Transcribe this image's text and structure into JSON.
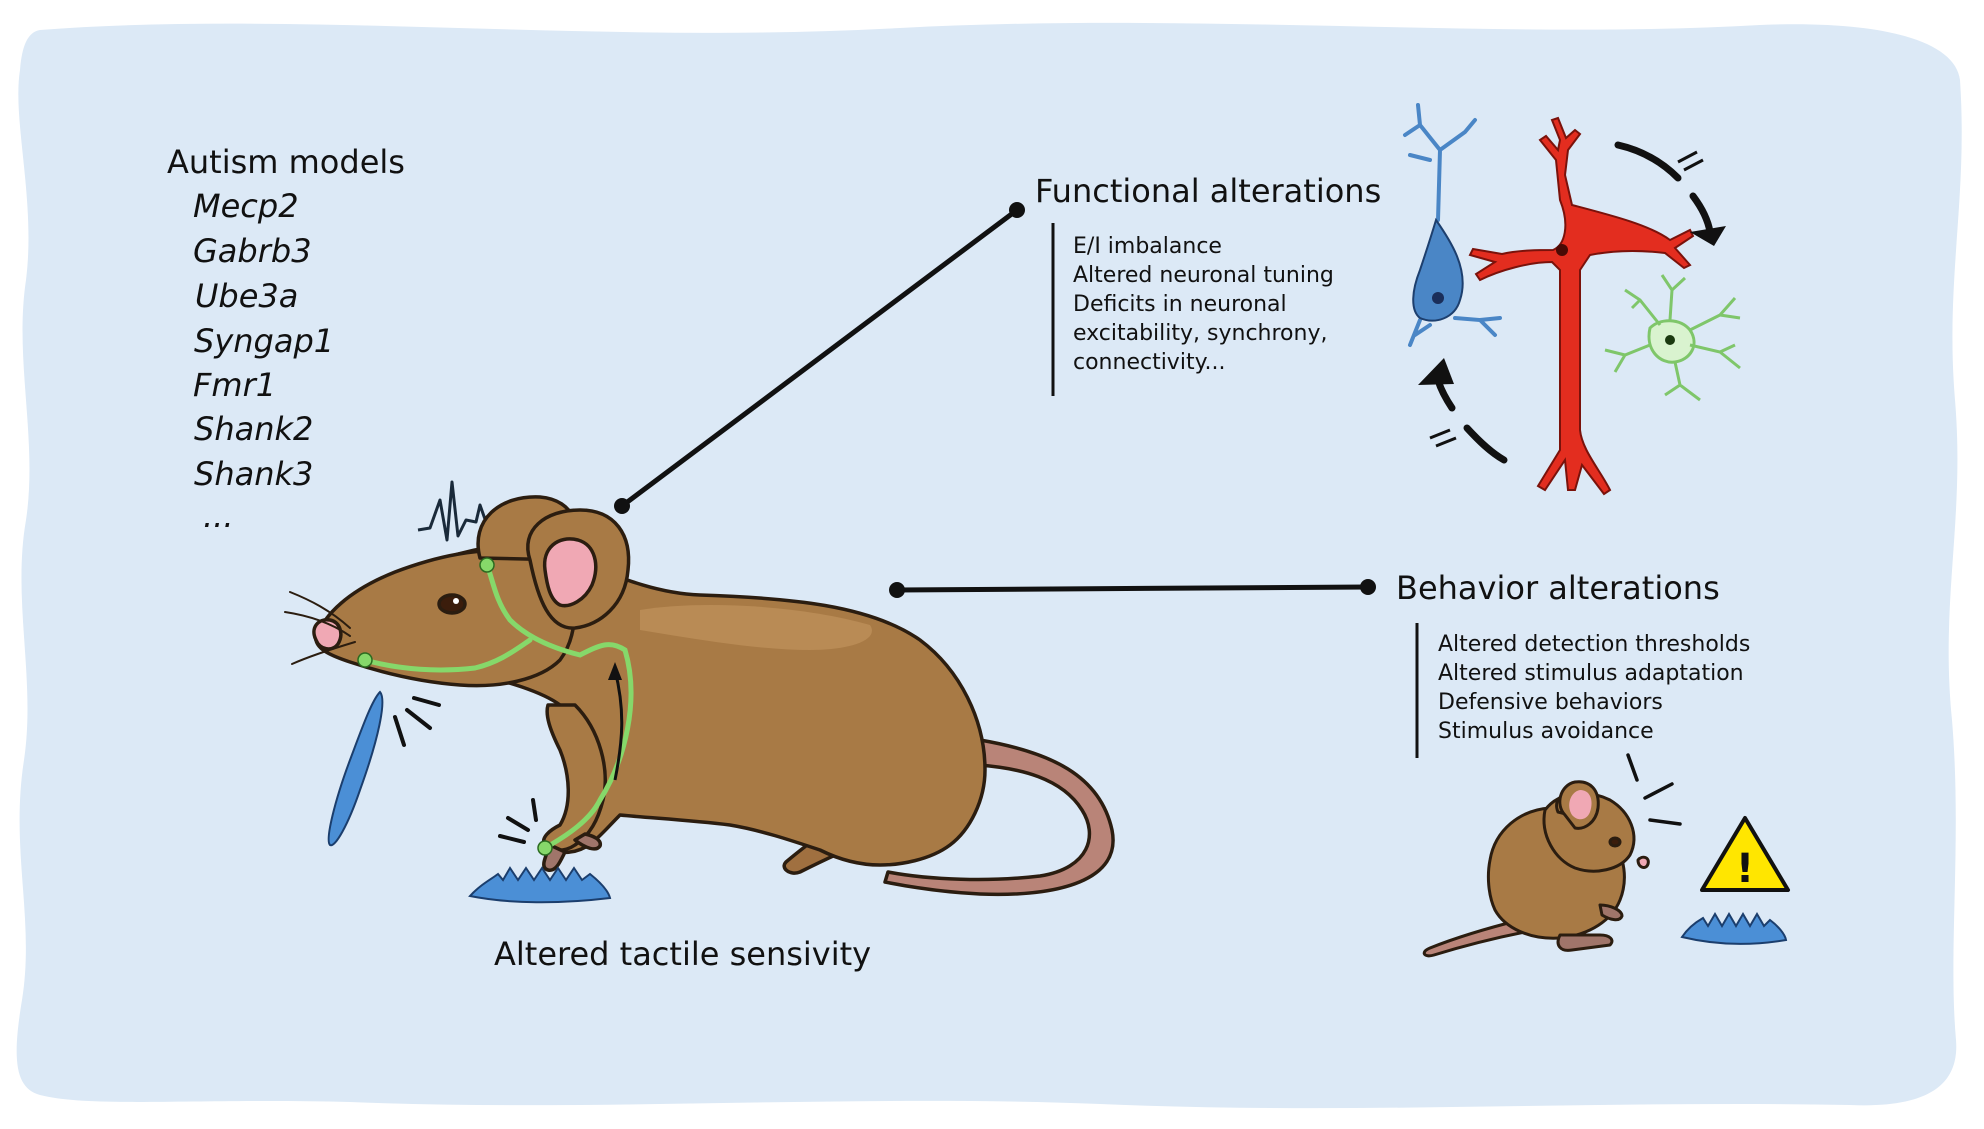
{
  "models": {
    "title": "Autism models",
    "genes": [
      "Mecp2",
      "Gabrb3",
      "Ube3a",
      "Syngap1",
      "Fmr1",
      "Shank2",
      "Shank3",
      "..."
    ]
  },
  "functional": {
    "title": "Functional alterations",
    "items": [
      "E/I imbalance",
      "Altered neuronal tuning",
      "Deficits in neuronal",
      "excitability, synchrony,",
      "connectivity..."
    ]
  },
  "behavior": {
    "title": "Behavior alterations",
    "items": [
      "Altered detection thresholds",
      "Altered stimulus adaptation",
      "Defensive behaviors",
      "Stimulus avoidance"
    ]
  },
  "caption": "Altered tactile sensivity",
  "warning_symbol": "!",
  "colors": {
    "background": "#dce9f6",
    "mouse_body": "#a87a45",
    "mouse_outline": "#2b1d10",
    "ear_pink": "#f0a8b4",
    "tail": "#b98478",
    "nerve_green": "#86d86a",
    "neuron_blue": "#4a86c6",
    "neuron_red": "#e32d1f",
    "neuron_green": "#b7e6a6",
    "stimulus_blue": "#4b8fd6",
    "warning_yellow": "#ffe600"
  },
  "icons": {
    "spike_trace": "spike-trace-icon",
    "warning": "warning-triangle-icon",
    "stimulus": "textured-stimulus-icon",
    "probe": "filament-probe-icon"
  }
}
